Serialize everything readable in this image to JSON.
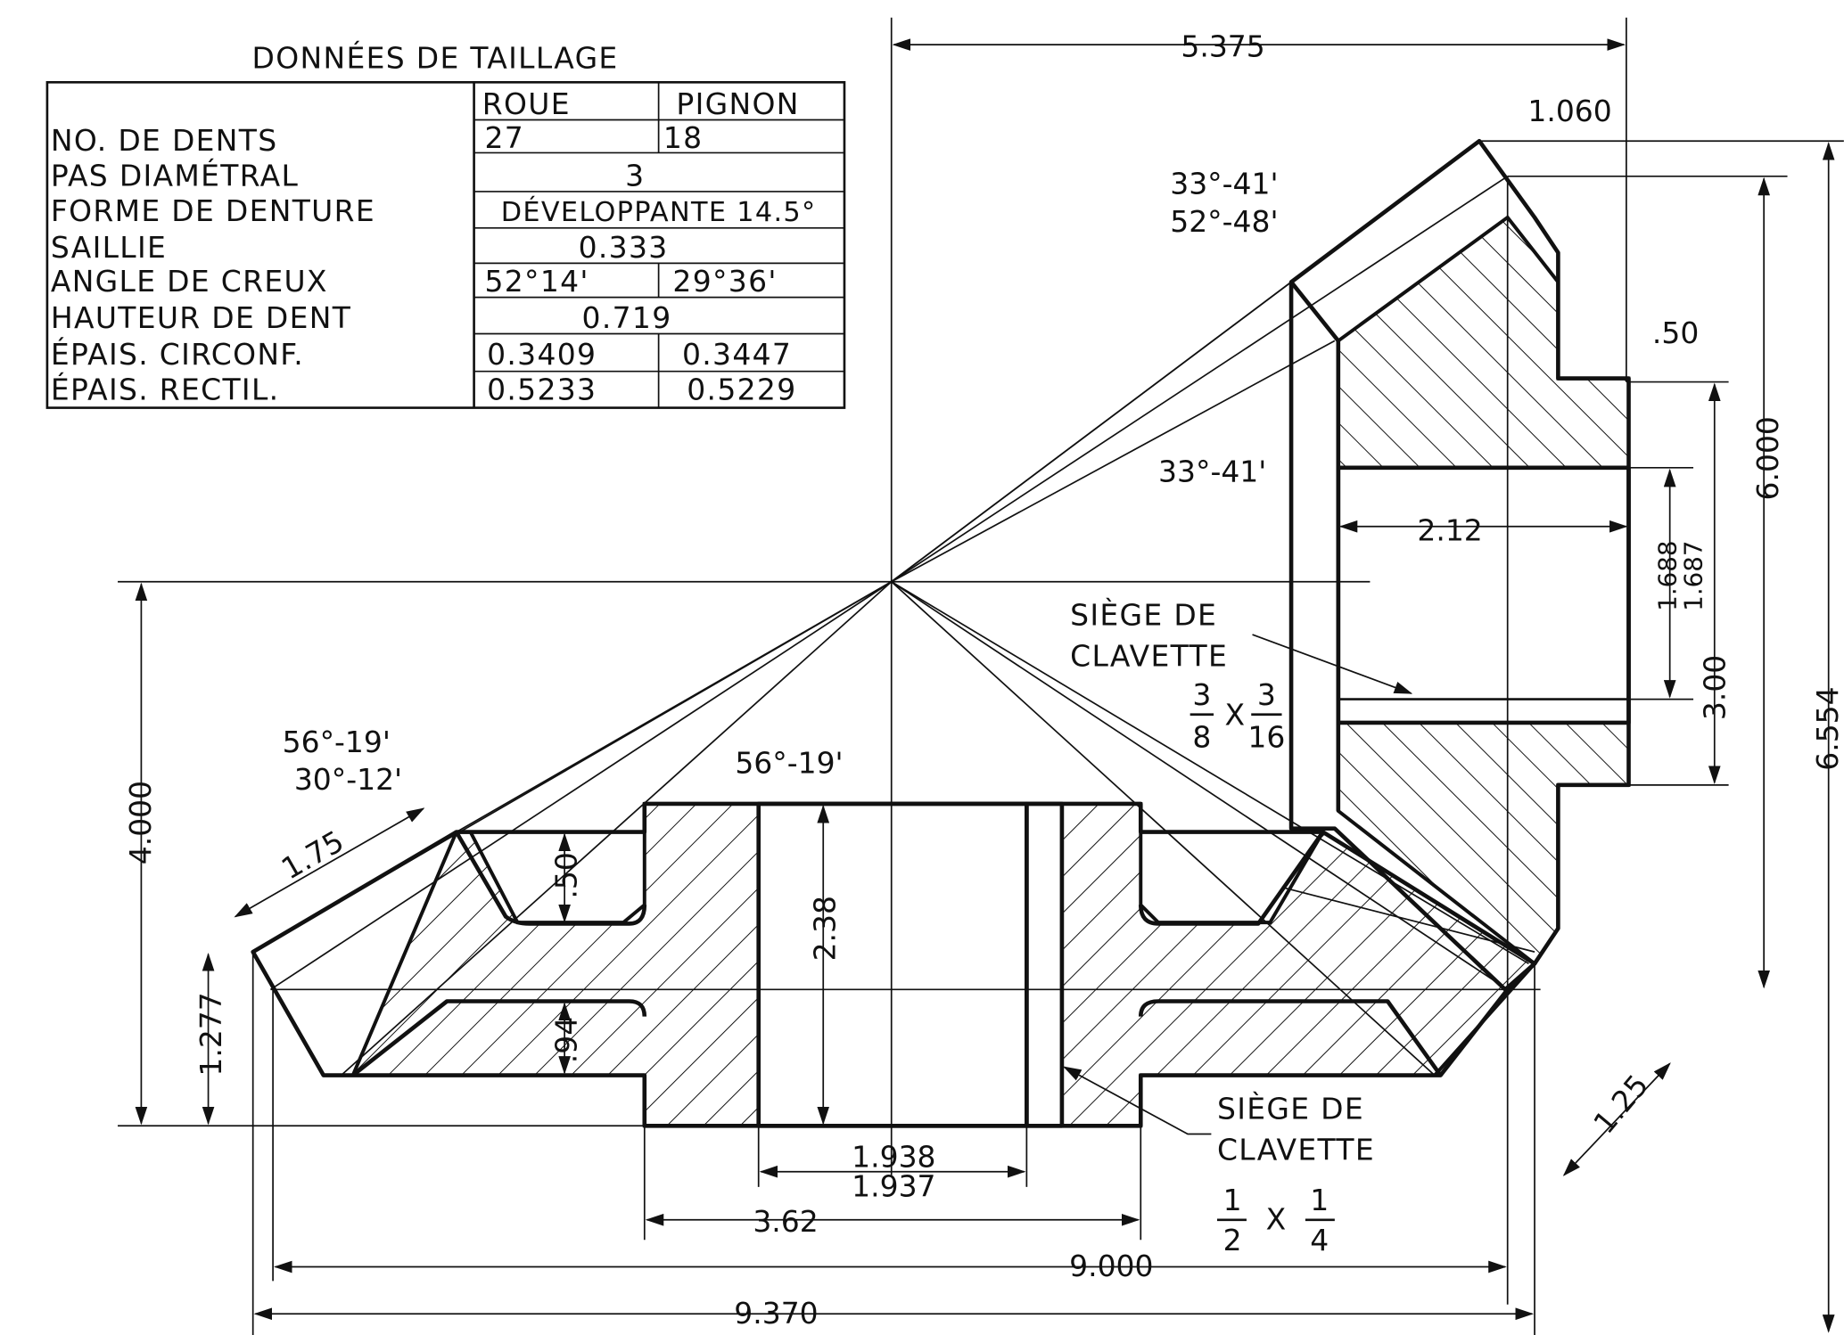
{
  "table": {
    "title": "DONNÉES DE TAILLAGE",
    "col_roue": "ROUE",
    "col_pignon": "PIGNON",
    "rows": [
      {
        "label": "NO. DE DENTS",
        "roue": "27",
        "pignon": "18"
      },
      {
        "label": "PAS DIAMÉTRAL",
        "common": "3"
      },
      {
        "label": "FORME DE DENTURE",
        "common": "DÉVELOPPANTE 14.5°"
      },
      {
        "label": "SAILLIE",
        "common": "0.333"
      },
      {
        "label": "ANGLE DE CREUX",
        "roue": "52°14'",
        "pignon": "29°36'"
      },
      {
        "label": "HAUTEUR DE DENT",
        "common": "0.719"
      },
      {
        "label": "ÉPAIS. CIRCONF.",
        "roue": "0.3409",
        "pignon": "0.3447"
      },
      {
        "label": "ÉPAIS. RECTIL.",
        "roue": "0.5233",
        "pignon": "0.5229"
      }
    ]
  },
  "dims": {
    "d5375": "5.375",
    "d1060": "1.060",
    "a3341a": "33°-41'",
    "a5248": "52°-48'",
    "p50": ".50",
    "d6000": "6.000",
    "d212": "2.12",
    "a3341b": "33°-41'",
    "d1688": "1.688",
    "d1687": "1.687",
    "d300": "3.00",
    "d6554": "6.554",
    "d4000": "4.000",
    "a5619a": "56°-19'",
    "a3012": "30°-12'",
    "d175": "1.75",
    "a5619b": "56°-19'",
    "g50": ".50",
    "d238": "2.38",
    "d94": ".94",
    "d1277": "1.277",
    "d1938": "1.938",
    "d1937": "1.937",
    "d362": "3.62",
    "d9000": "9.000",
    "d9370": "9.370",
    "d125": "1.25"
  },
  "keyseat_pinion": {
    "l1": "SIÈGE DE",
    "l2": "CLAVETTE",
    "n1": "3",
    "d1": "8",
    "x": "X",
    "n2": "3",
    "d2": "16"
  },
  "keyseat_gear": {
    "l1": "SIÈGE DE",
    "l2": "CLAVETTE",
    "n1": "1",
    "d1": "2",
    "x": "X",
    "n2": "1",
    "d2": "4"
  }
}
